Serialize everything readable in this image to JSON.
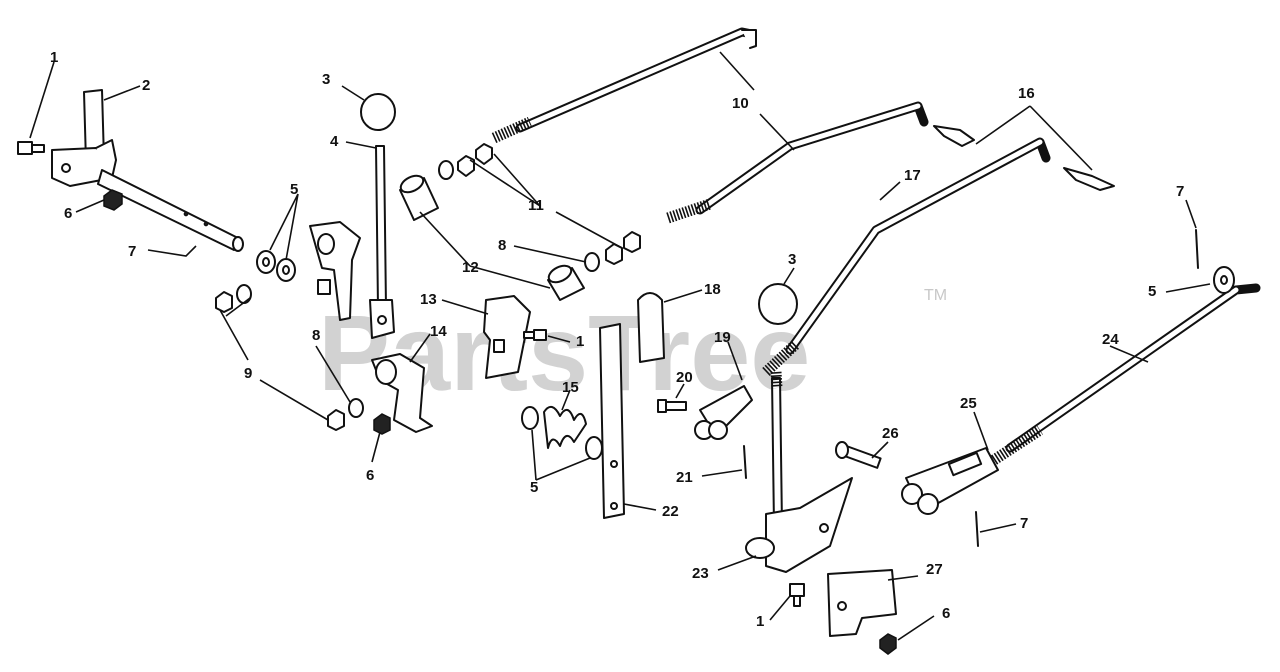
{
  "watermark": {
    "text": "PartsTree",
    "trademark": "TM"
  },
  "callouts": {
    "c1a": "1",
    "c2": "2",
    "c3a": "3",
    "c4": "4",
    "c5a": "5",
    "c6a": "6",
    "c7a": "7",
    "c8a": "8",
    "c8b": "8",
    "c9": "9",
    "c10": "10",
    "c11": "11",
    "c12": "12",
    "c13": "13",
    "c14": "14",
    "c6b": "6",
    "c1b": "1",
    "c15": "15",
    "c5b": "5",
    "c16": "16",
    "c17": "17",
    "c3b": "3",
    "c18": "18",
    "c19": "19",
    "c20": "20",
    "c21": "21",
    "c22": "22",
    "c23": "23",
    "c1c": "1",
    "c27": "27",
    "c6c": "6",
    "c7b": "7",
    "c5c": "5",
    "c24": "24",
    "c25": "25",
    "c26": "26",
    "c7c": "7"
  }
}
